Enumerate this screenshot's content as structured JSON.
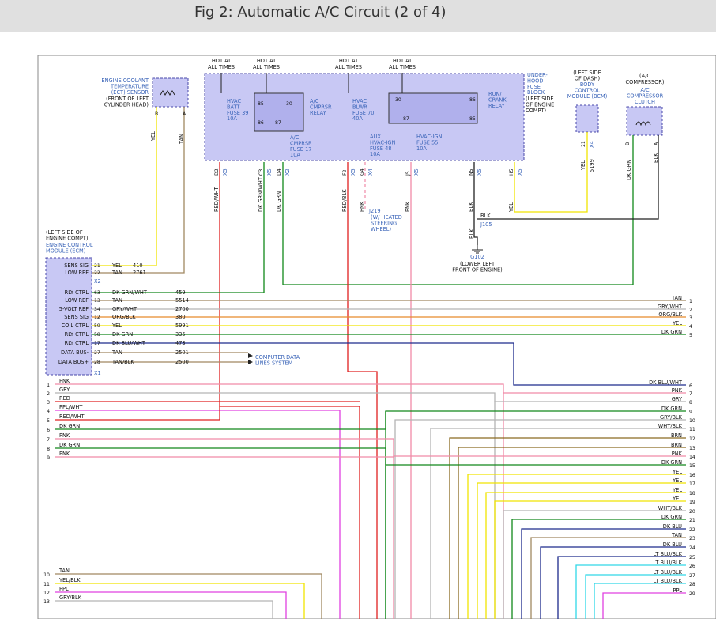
{
  "title": "Fig 2: Automatic A/C Circuit (2 of 4)",
  "colors": {
    "header_bg": "#e0e0e0",
    "box_fill": "#c8c8f4",
    "box_stroke": "#4848aa",
    "yellow": "#f0e400",
    "tan": "#a08860",
    "dkgrn": "#11881a",
    "red": "#e02020",
    "pink": "#f08aa8",
    "gray": "#b4b4b4",
    "violet": "#e040e0",
    "blue": "#1c2a8c",
    "brown": "#8a6a20",
    "ltblu": "#30d8e8",
    "orange": "#e88a2a",
    "black": "#222222"
  },
  "hot_labels": [
    {
      "l1": "HOT AT",
      "l2": "ALL TIMES"
    },
    {
      "l1": "HOT AT",
      "l2": "ALL TIMES"
    },
    {
      "l1": "HOT AT",
      "l2": "ALL TIMES"
    },
    {
      "l1": "HOT AT",
      "l2": "ALL TIMES"
    }
  ],
  "fuse_block": {
    "title": [
      "UNDER-",
      "HOOD",
      "FUSE",
      "BLOCK"
    ],
    "location": [
      "(LEFT SIDE",
      "OF ENGINE",
      "COMPT)"
    ],
    "fuse39": [
      "HVAC",
      "BATT",
      "FUSE 39",
      "10A"
    ],
    "relay_acc": [
      "A/C",
      "CMPRSR",
      "RELAY"
    ],
    "fuse17": [
      "A/C",
      "CMPRSR",
      "FUSE 17",
      "10A"
    ],
    "fuse70": [
      "HVAC",
      "BLWR",
      "FUSE 70",
      "40A"
    ],
    "fuse48": [
      "AUX",
      "HVAC-IGN",
      "FUSE 48",
      "10A"
    ],
    "fuse55": [
      "HVAC-IGN",
      "FUSE 55",
      "10A"
    ],
    "relay_rc": [
      "RUN/",
      "CRANK",
      "RELAY"
    ],
    "relay_pins": [
      "85",
      "30",
      "86",
      "87",
      "30",
      "86",
      "87",
      "85"
    ]
  },
  "ect_sensor": {
    "name": [
      "ENGINE COOLANT",
      "TEMPERATURE",
      "(ECT) SENSOR"
    ],
    "location": [
      "(FRONT OF LEFT",
      "CYLINDER HEAD)"
    ],
    "pins": [
      "B",
      "A"
    ],
    "wires": [
      "YEL",
      "TAN"
    ]
  },
  "bcm": {
    "location": [
      "(LEFT SIDE",
      "OF DASH)"
    ],
    "name": [
      "BODY",
      "CONTROL",
      "MODULE (BCM)"
    ],
    "pin": "21",
    "conn": "X4",
    "wire": "YEL",
    "circuit": "5199"
  },
  "compressor": {
    "location": "(A/C",
    "loc2": "COMPRESSOR)",
    "name": [
      "A/C",
      "COMPRESSOR",
      "CLUTCH"
    ],
    "pins": [
      "B",
      "A"
    ],
    "wires": [
      "DK GRN",
      "BLK"
    ]
  },
  "fuse_pins": [
    {
      "pin": "D2",
      "conn": "X5",
      "wire": "RED/WHT"
    },
    {
      "pin": "C3",
      "conn": "X5",
      "wire": "DK GRN/WHT"
    },
    {
      "pin": "D4",
      "conn": "X2",
      "wire": "DK GRN"
    },
    {
      "pin": "F2",
      "conn": "X5",
      "wire": "RED/BLK"
    },
    {
      "pin": "G4",
      "conn": "X4",
      "wire": "PNK"
    },
    {
      "pin": "J5",
      "conn": "X5",
      "wire": "PNK"
    },
    {
      "pin": "N5",
      "conn": "X5",
      "wire": "BLK"
    },
    {
      "pin": "H5",
      "conn": "X5",
      "wire": "YEL"
    }
  ],
  "j219": {
    "name": "J219",
    "desc": [
      "(W/ HEATED",
      "STEERING",
      "WHEEL)"
    ]
  },
  "ground": {
    "j105": "J105",
    "blk1": "BLK",
    "blk2": "BLK",
    "g102": "G102",
    "loc": [
      "(LOWER LEFT",
      "FRONT OF ENGINE)"
    ]
  },
  "ecm": {
    "location": [
      "(LEFT SIDE OF",
      "ENGINE COMPT)"
    ],
    "name": [
      "ENGINE CONTROL",
      "MODULE (ECM)"
    ],
    "x2_rows": [
      {
        "label": "SENS SIG",
        "pin": "21",
        "wire": "YEL",
        "circuit": "410"
      },
      {
        "label": "LOW REF",
        "pin": "22",
        "wire": "TAN",
        "circuit": "2761"
      }
    ],
    "x2": "X2",
    "x1_rows": [
      {
        "label": "RLY CTRL",
        "pin": "63",
        "wire": "DK GRN/WHT",
        "circuit": "459"
      },
      {
        "label": "LOW REF",
        "pin": "13",
        "wire": "TAN",
        "circuit": "5514"
      },
      {
        "label": "5-VOLT REF",
        "pin": "34",
        "wire": "GRY/WHT",
        "circuit": "2700"
      },
      {
        "label": "SENS SIG",
        "pin": "12",
        "wire": "ORG/BLK",
        "circuit": "380"
      },
      {
        "label": "COIL CTRL",
        "pin": "59",
        "wire": "YEL",
        "circuit": "5991"
      },
      {
        "label": "RLY CTRL",
        "pin": "58",
        "wire": "DK GRN",
        "circuit": "335"
      },
      {
        "label": "RLY CTRL",
        "pin": "17",
        "wire": "DK BLU/WHT",
        "circuit": "473"
      },
      {
        "label": "DATA BUS-",
        "pin": "27",
        "wire": "TAN",
        "circuit": "2501"
      },
      {
        "label": "DATA BUS+",
        "pin": "28",
        "wire": "TAN/BLK",
        "circuit": "2500"
      }
    ],
    "x1": "X1",
    "data_lines": [
      "COMPUTER DATA",
      "LINES SYSTEM"
    ]
  },
  "right_wires": [
    {
      "num": "1",
      "wire": "TAN"
    },
    {
      "num": "2",
      "wire": "GRY/WHT"
    },
    {
      "num": "3",
      "wire": "ORG/BLK"
    },
    {
      "num": "4",
      "wire": "YEL"
    },
    {
      "num": "5",
      "wire": "DK GRN"
    },
    {
      "num": "6",
      "wire": "DK BLU/WHT"
    },
    {
      "num": "7",
      "wire": "PNK"
    },
    {
      "num": "8",
      "wire": "GRY"
    },
    {
      "num": "9",
      "wire": "DK GRN"
    },
    {
      "num": "10",
      "wire": "GRY/BLK"
    },
    {
      "num": "11",
      "wire": "WHT/BLK"
    },
    {
      "num": "12",
      "wire": "BRN"
    },
    {
      "num": "13",
      "wire": "BRN"
    },
    {
      "num": "14",
      "wire": "PNK"
    },
    {
      "num": "15",
      "wire": "DK GRN"
    },
    {
      "num": "16",
      "wire": "YEL"
    },
    {
      "num": "17",
      "wire": "YEL"
    },
    {
      "num": "18",
      "wire": "YEL"
    },
    {
      "num": "19",
      "wire": "YEL"
    },
    {
      "num": "20",
      "wire": "WHT/BLK"
    },
    {
      "num": "21",
      "wire": "DK GRN"
    },
    {
      "num": "22",
      "wire": "DK BLU"
    },
    {
      "num": "23",
      "wire": "TAN"
    },
    {
      "num": "24",
      "wire": "DK BLU"
    },
    {
      "num": "25",
      "wire": "LT BLU/BLK"
    },
    {
      "num": "26",
      "wire": "LT BLU/BLK"
    },
    {
      "num": "27",
      "wire": "LT BLU/BLK"
    },
    {
      "num": "28",
      "wire": "LT BLU/BLK"
    },
    {
      "num": "29",
      "wire": "PPL"
    }
  ],
  "left_wires": [
    {
      "num": "1",
      "wire": "PNK"
    },
    {
      "num": "2",
      "wire": "GRY"
    },
    {
      "num": "3",
      "wire": "RED"
    },
    {
      "num": "4",
      "wire": "PPL/WHT"
    },
    {
      "num": "5",
      "wire": "RED/WHT"
    },
    {
      "num": "6",
      "wire": "DK GRN"
    },
    {
      "num": "7",
      "wire": "PNK"
    },
    {
      "num": "8",
      "wire": "DK GRN"
    },
    {
      "num": "9",
      "wire": "PNK"
    },
    {
      "num": "10",
      "wire": "TAN"
    },
    {
      "num": "11",
      "wire": "YEL/BLK"
    },
    {
      "num": "12",
      "wire": "PPL"
    },
    {
      "num": "13",
      "wire": "GRY/BLK"
    }
  ]
}
